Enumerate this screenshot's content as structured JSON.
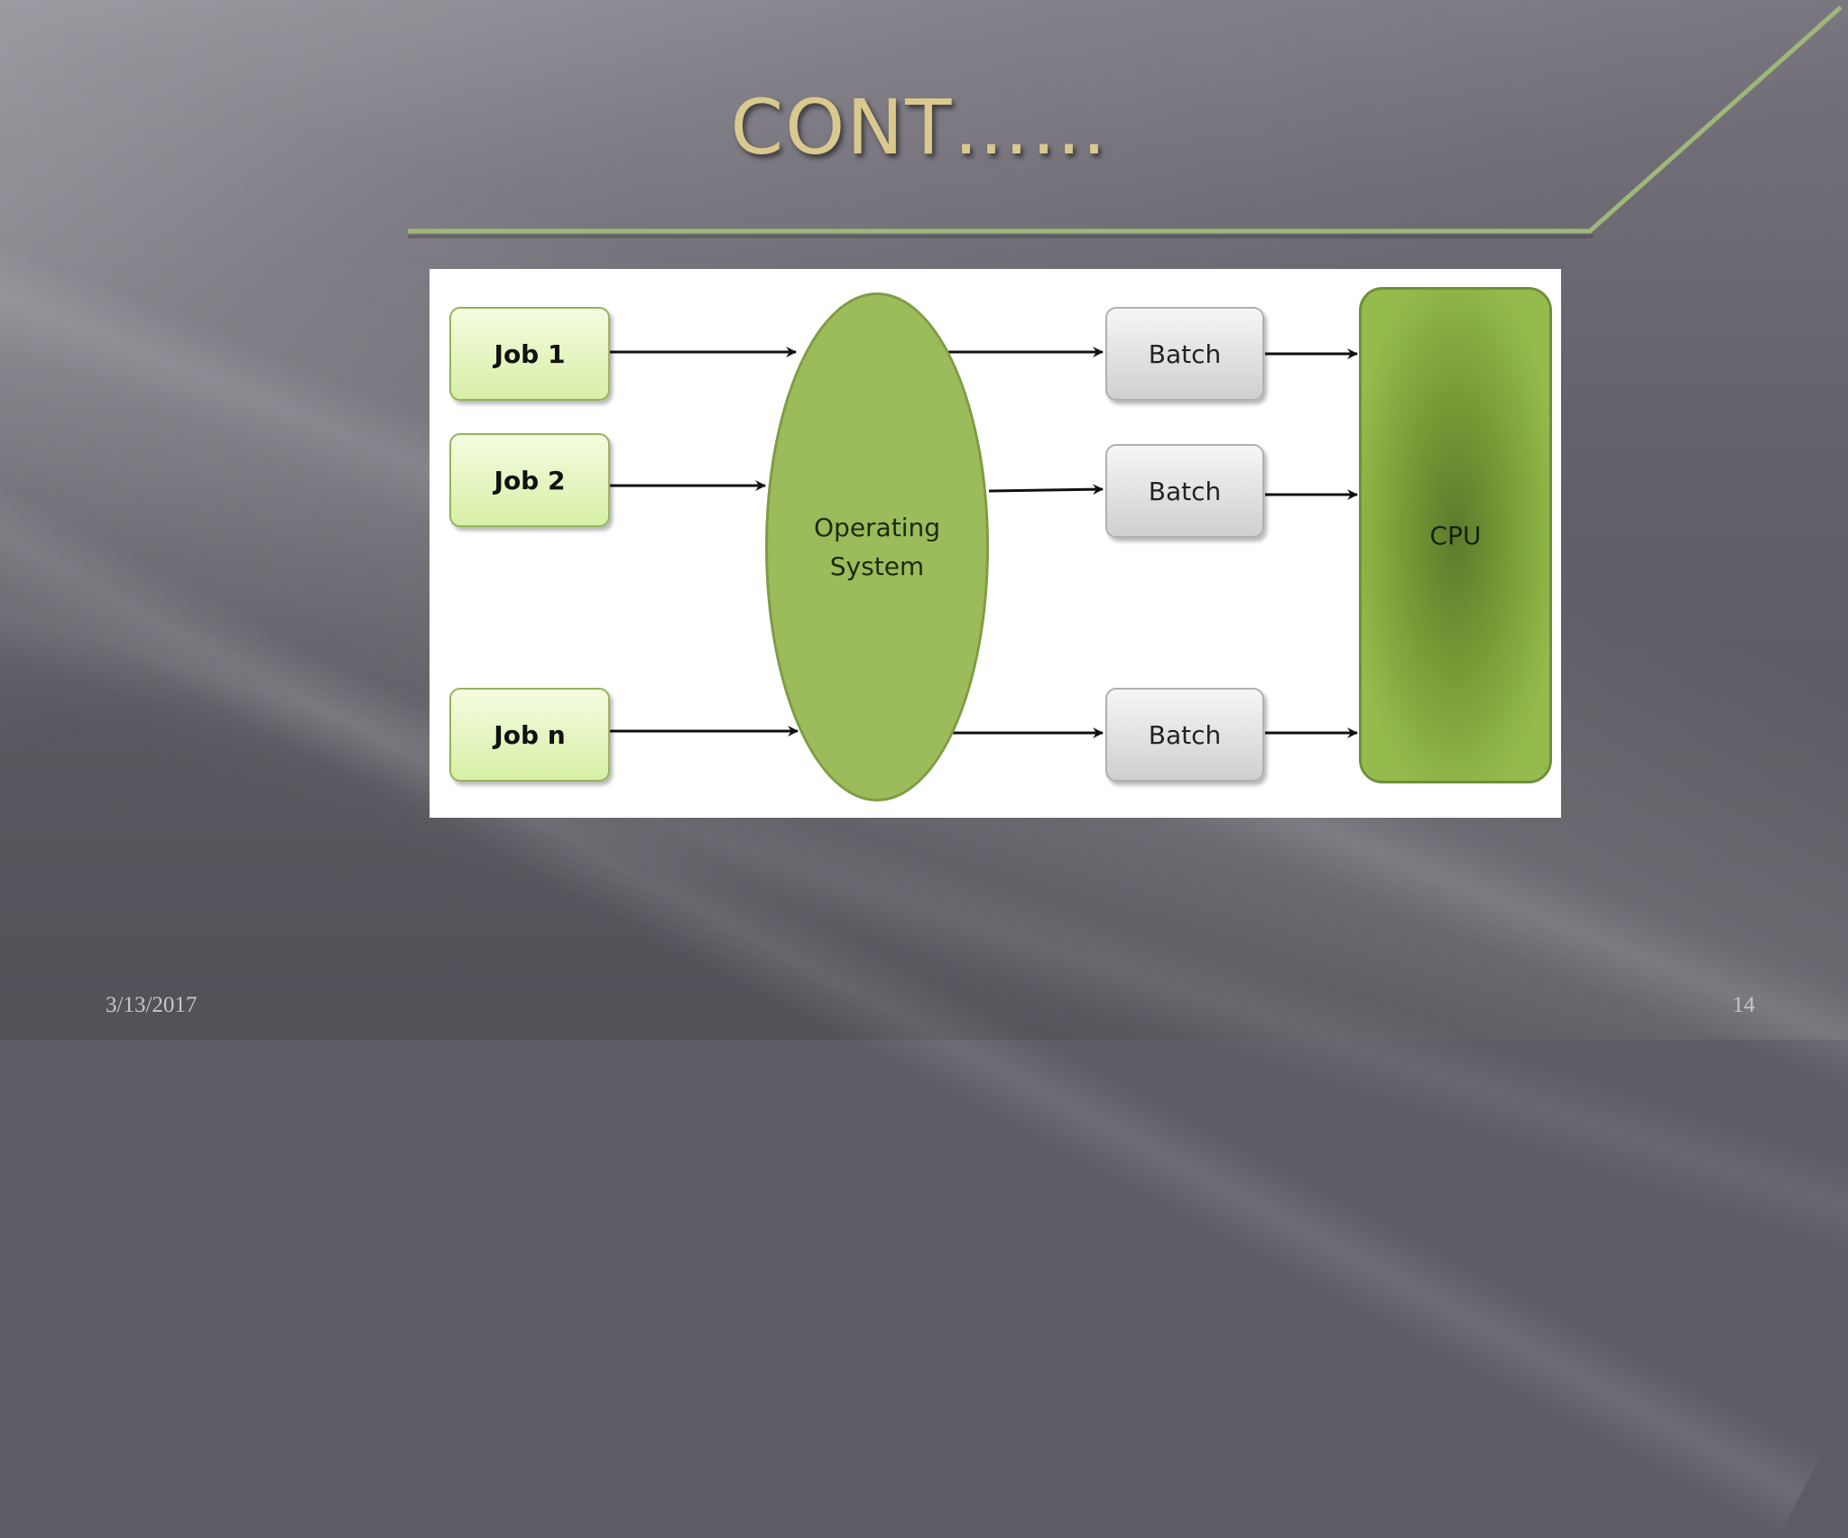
{
  "slide": {
    "title": "CONT……",
    "date": "3/13/2017",
    "page_number": "14",
    "accent_color": "#9db87a"
  },
  "diagram": {
    "jobs": [
      "Job 1",
      "Job 2",
      "Job n"
    ],
    "os_label_line1": "Operating",
    "os_label_line2": "System",
    "batches": [
      "Batch",
      "Batch",
      "Batch"
    ],
    "cpu_label": "CPU",
    "colors": {
      "job_fill": "#d7efa6",
      "os_fill": "#9cbb5a",
      "cpu_fill": "#7aa038",
      "batch_fill": "#cfcfcf",
      "arrow": "#111111"
    }
  }
}
